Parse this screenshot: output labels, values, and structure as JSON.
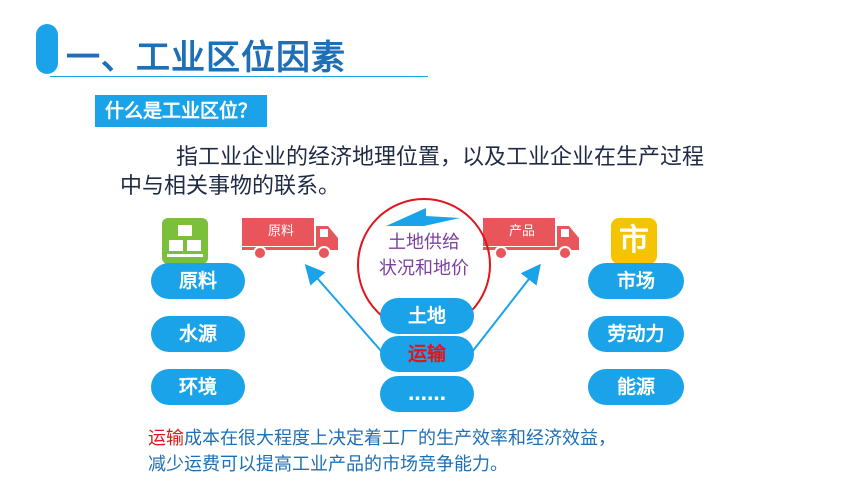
{
  "title": "一、工业区位因素",
  "question": "什么是工业区位？",
  "definition": "指工业企业的经济地理位置，以及工业企业在生产过程中与相关事物的联系。",
  "trucks": {
    "left_label": "原料",
    "right_label": "产品"
  },
  "market_icon_char": "市",
  "circle_text_line1": "土地供给",
  "circle_text_line2": "状况和地价",
  "left_factors": [
    "原料",
    "水源",
    "环境"
  ],
  "middle_factors": [
    "土地",
    "运输",
    "……"
  ],
  "right_factors": [
    "市场",
    "劳动力",
    "能源"
  ],
  "note": {
    "highlight": "运输",
    "line1_rest": "成本在很大程度上决定着工厂的生产效率和经济效益，",
    "line2": "减少运费可以提高工业产品的市场竞争能力。"
  },
  "colors": {
    "accent": "#1aa3e8",
    "title": "#1e6fb5",
    "highlight": "#e0151c",
    "circle_text": "#7b3fa0",
    "truck": "#e8555a",
    "market_icon": "#f5c400"
  }
}
